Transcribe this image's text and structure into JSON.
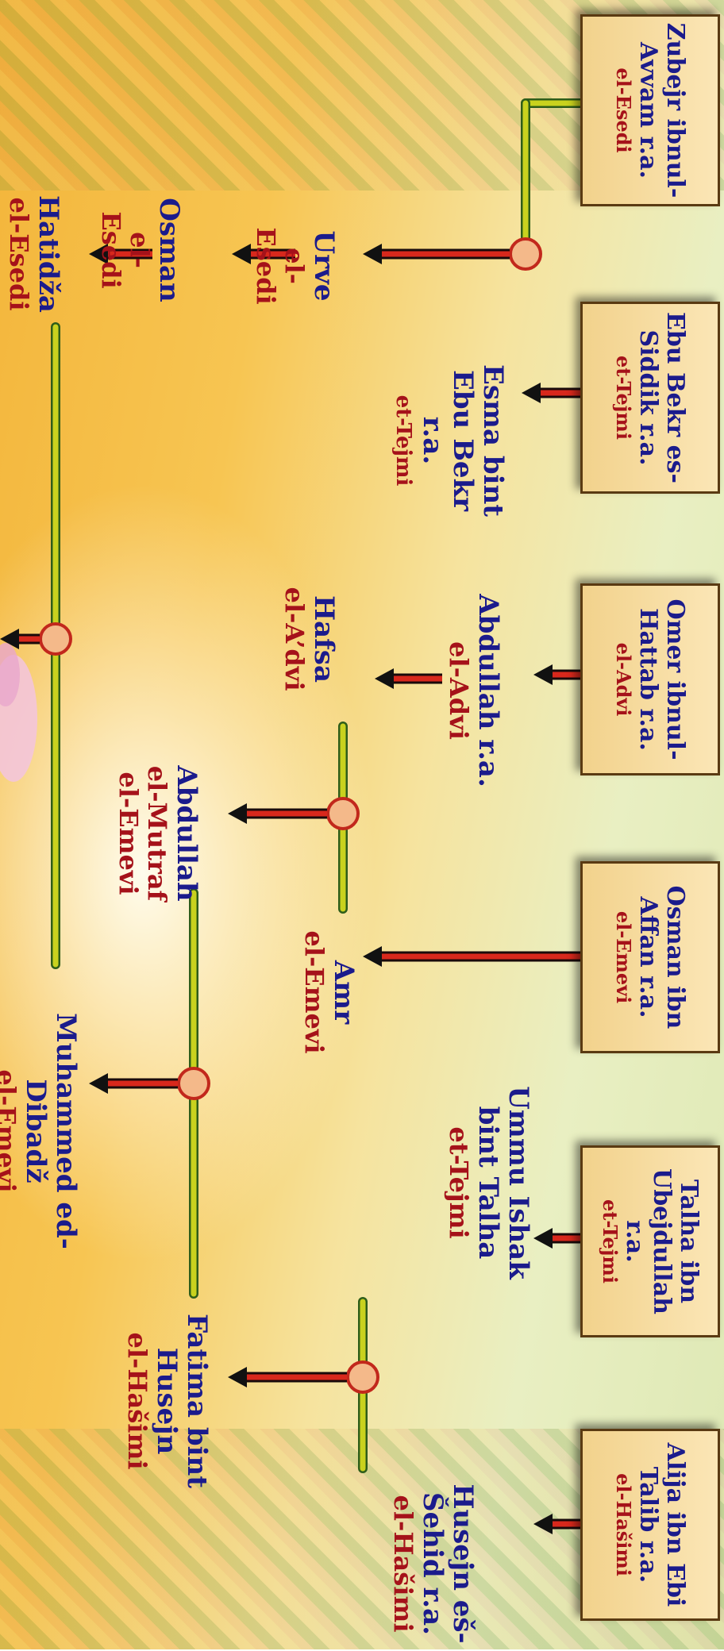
{
  "top_row": [
    {
      "name": "Zubejr ibnul-Avvam r.a.",
      "tribe": "el-Esedi"
    },
    {
      "name": "Ebu Bekr es-Siddik r.a.",
      "tribe": "et-Tejmi"
    },
    {
      "name": "Omer ibnul-Hattab r.a.",
      "tribe": "el-Advi"
    },
    {
      "name": "Osman ibn Affan r.a.",
      "tribe": "el-Emevi"
    },
    {
      "name": "Talha ibn Ubejdullah r.a.",
      "tribe": "et-Tejmi"
    },
    {
      "name": "Alija ibn Ebi Talib r.a.",
      "tribe": "el-Hašimi"
    }
  ],
  "row2": {
    "esma": {
      "name": "Esma bint Ebu Bekr r.a.",
      "tribe": "et-Tejmi"
    },
    "abdullah_umar": {
      "name": "Abdullah r.a.",
      "tribe": "el-Advi"
    },
    "amr": {
      "name": "Amr",
      "tribe": "el-Emevi"
    },
    "ummu": {
      "name": "Ummu Ishak bint Talha",
      "tribe": "et-Tejmi"
    },
    "husejn": {
      "name": "Husejn eš-Šehid r.a.",
      "tribe": "el-Hašimi"
    }
  },
  "row3": {
    "urve": {
      "name": "Urve",
      "tribe": "el-Esedi"
    },
    "hafsa": {
      "name": "Hafsa",
      "tribe": "el-A’dvi"
    },
    "abdullah_mutraf": {
      "name": "Abdullah",
      "tribe": "el-Mutraf el-Emevi"
    },
    "fatima": {
      "name": "Fatima bint Husejn",
      "tribe": "el-Hašimi"
    }
  },
  "row4": {
    "osman": {
      "name": "Osman",
      "tribe": "el-Esedi"
    },
    "muhammed": {
      "name": "Muhammed ed-Dibadž",
      "tribe": "el-Emevi"
    }
  },
  "row5": {
    "hatidza": {
      "name": "Hatidža",
      "tribe": "el-Esedi"
    }
  },
  "colors": {
    "name": "#1b1b8c",
    "tribe": "#a5121a",
    "line": "#c9d21e",
    "arrow": "#d8281c",
    "box": "#f6dba0"
  }
}
